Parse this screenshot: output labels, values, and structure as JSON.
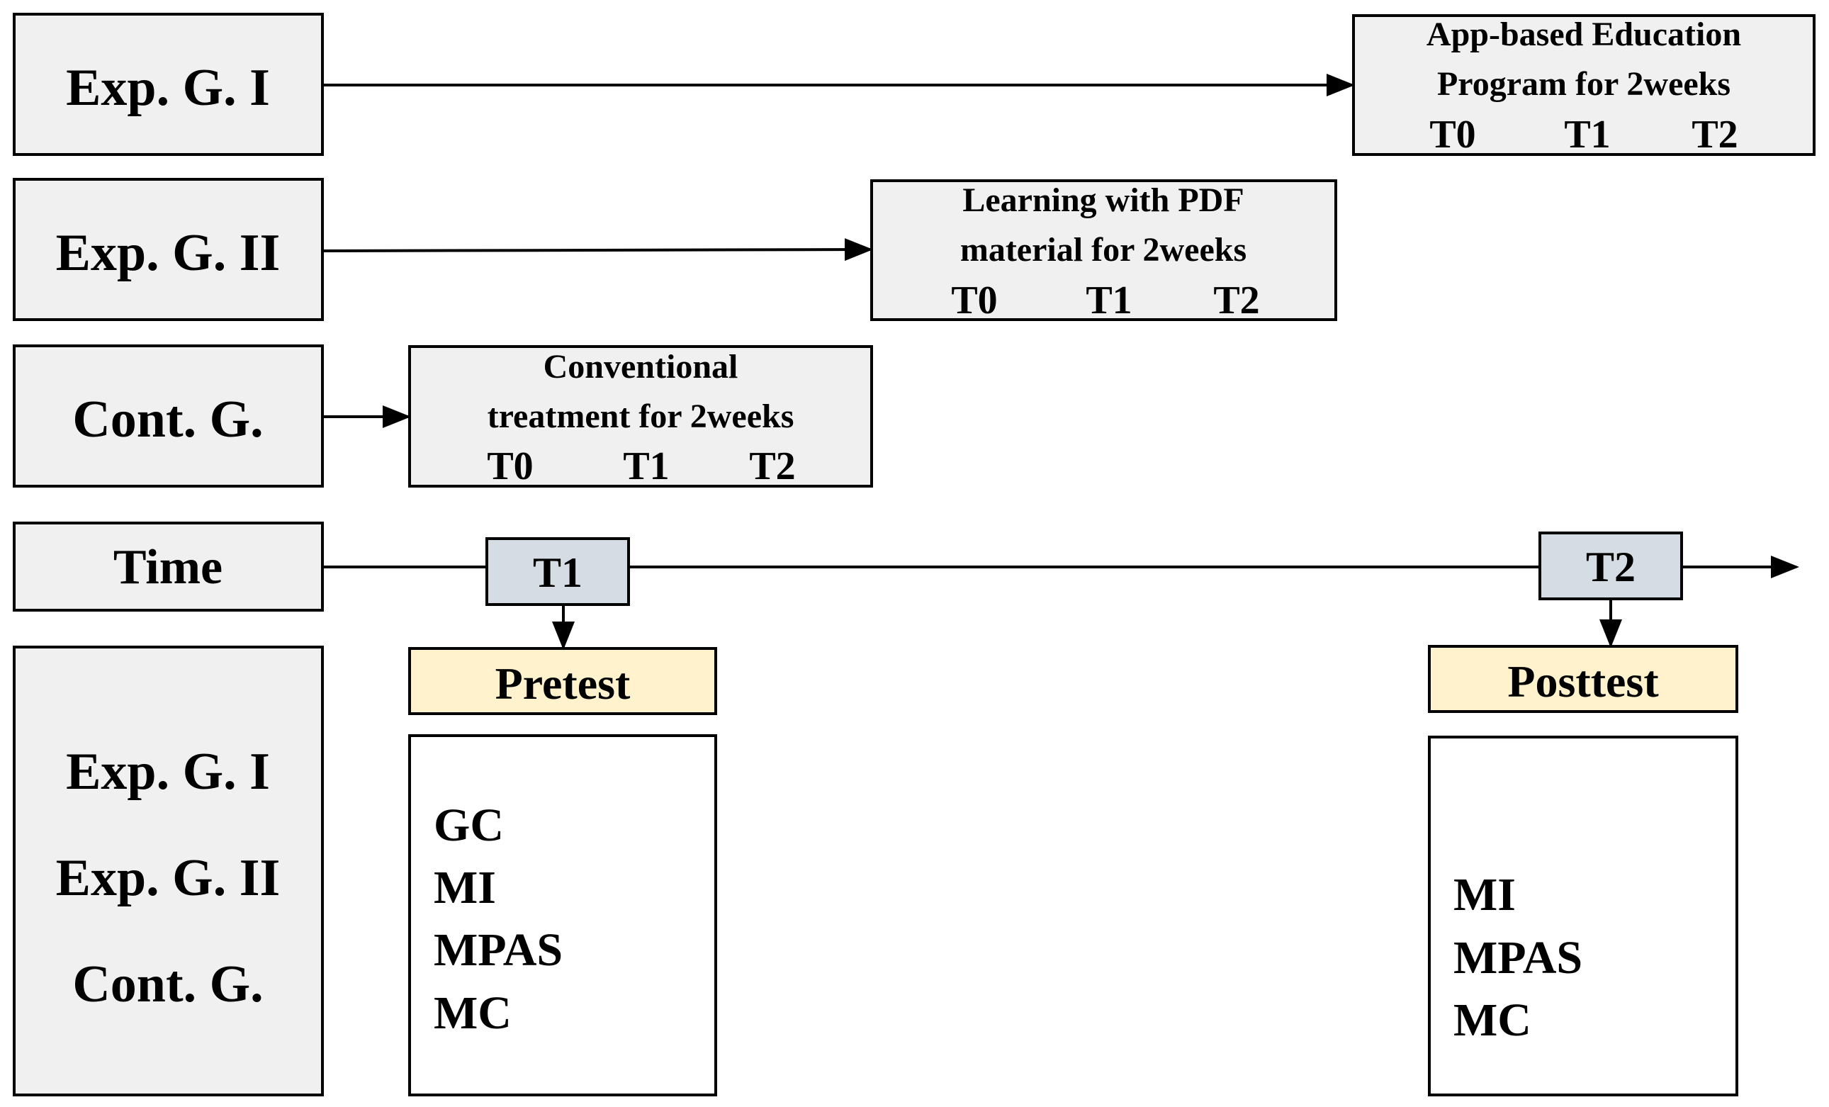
{
  "groups": {
    "exp1": "Exp. G. I",
    "exp2": "Exp. G. II",
    "cont": "Cont. G.",
    "time": "Time"
  },
  "interventions": {
    "exp1": {
      "line1": "App-based Education",
      "line2": "Program for 2weeks",
      "t0": "T0",
      "t1": "T1",
      "t2": "T2"
    },
    "exp2": {
      "line1": "Learning with PDF",
      "line2": "material for 2weeks",
      "t0": "T0",
      "t1": "T1",
      "t2": "T2"
    },
    "cont": {
      "line1": "Conventional",
      "line2": "treatment for 2weeks",
      "t0": "T0",
      "t1": "T1",
      "t2": "T2"
    }
  },
  "timeline": {
    "t1": "T1",
    "t2": "T2"
  },
  "tests": {
    "pre": "Pretest",
    "post": "Posttest"
  },
  "pretest_measures": [
    "GC",
    "MI",
    "MPAS",
    "MC"
  ],
  "posttest_measures": [
    "MI",
    "MPAS",
    "MC"
  ],
  "colors": {
    "gray_fill": "#f0f0f0",
    "time_marker_fill": "#d6dce4",
    "test_fill": "#fff2cc",
    "stroke": "#000000"
  }
}
